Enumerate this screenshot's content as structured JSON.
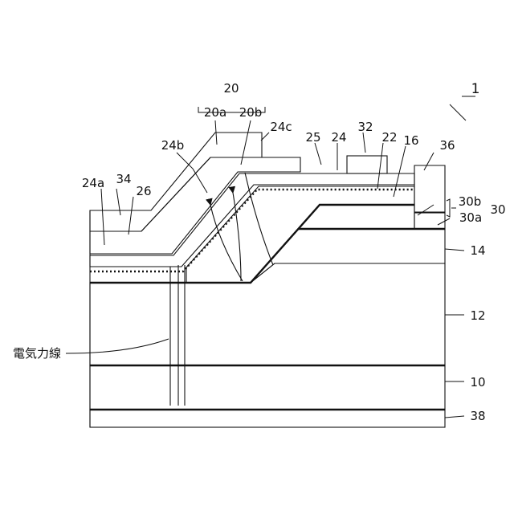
{
  "figure": {
    "labels": {
      "device": "1",
      "group20": "20",
      "l20a": "20a",
      "l20b": "20b",
      "l24c": "24c",
      "l24b": "24b",
      "l25": "25",
      "l24": "24",
      "l32": "32",
      "l22": "22",
      "l16": "16",
      "l36": "36",
      "l24a": "24a",
      "l34": "34",
      "l26": "26",
      "l30b": "30b",
      "l30a": "30a",
      "l30": "30",
      "l14": "14",
      "l12": "12",
      "l10": "10",
      "l38": "38",
      "field_lines": "電気力線"
    }
  }
}
